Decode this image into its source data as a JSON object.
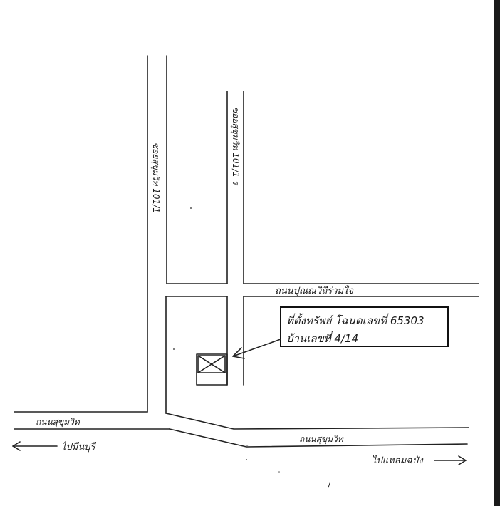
{
  "roads": {
    "soi_left": "ซอยสุขุมวิท 101/1",
    "soi_right": "ซอยสุขุมวิท 101/1 ร",
    "cross_road": "ถนนปุณณวิถีร่วมใจ",
    "sukhumvit_upper": "ถนนสุขุมวิท",
    "sukhumvit_lower": "ถนนสุขุมวิท"
  },
  "directions": {
    "left": "ไปมีนบุรี",
    "right": "ไปแหลมฉบัง"
  },
  "location_box": {
    "line1": "ที่ตั้งทรัพย์ โฉนดเลขที่ 65303",
    "line2": "บ้านเลขที่ 4/14"
  },
  "colors": {
    "ink": "#222222",
    "paper": "#ffffff",
    "page_edge": "#1a1a1a"
  }
}
